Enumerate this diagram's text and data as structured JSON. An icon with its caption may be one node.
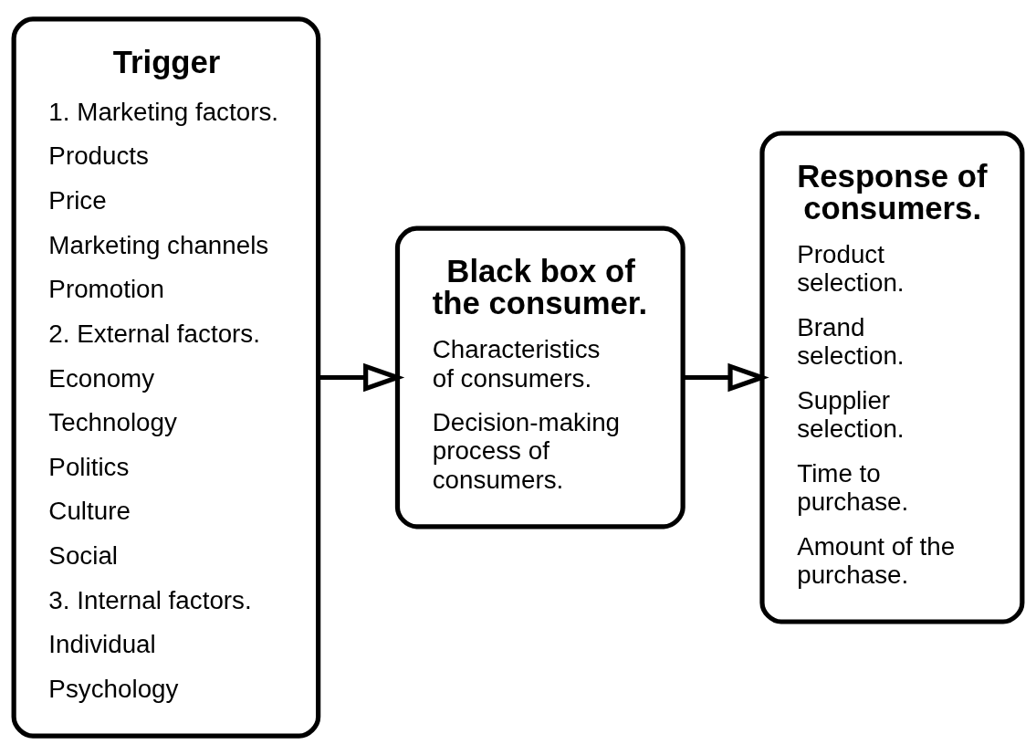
{
  "diagram": {
    "nodes": [
      {
        "text": [
          "Trigger",
          "1. Marketing factors.",
          "Products",
          "Price",
          "Marketing channels",
          "Promotion",
          "2. External factors.",
          "Economy",
          "Technology",
          "Politics",
          "Culture",
          "Social",
          "3. Internal factors.",
          "Individual",
          "Psychology"
        ]
      },
      {
        "text": [
          "Black box of the consumer.",
          "Characteristics of consumers.",
          "Decision-making process of consumers."
        ]
      },
      {
        "text": [
          "Response of consumers.",
          "Product selection.",
          "Brand selection.",
          "Supplier selection.",
          "Time to purchase.",
          "Amount of the purchase."
        ]
      }
    ],
    "edges": [
      {
        "from": 0,
        "to": 1,
        "arrow": "to"
      },
      {
        "from": 1,
        "to": 2,
        "arrow": "to"
      }
    ]
  }
}
